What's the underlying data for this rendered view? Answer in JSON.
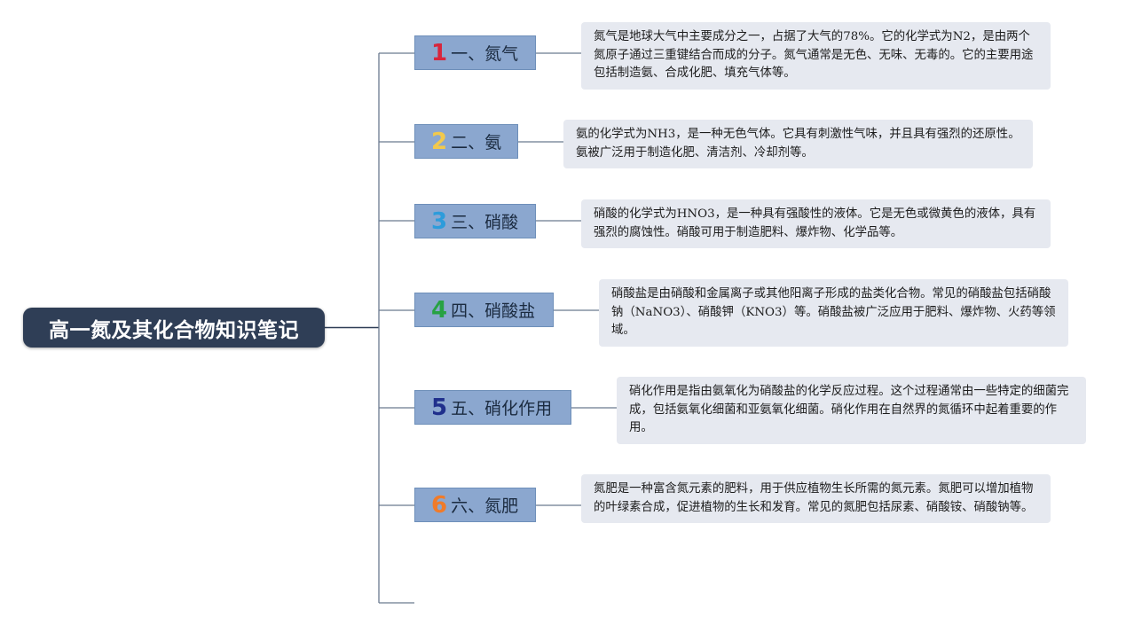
{
  "root": {
    "title": "高一氮及其化合物知识笔记"
  },
  "branches": [
    {
      "number": "1",
      "number_color": "#d7263d",
      "label": "一、氮气",
      "description": "氮气是地球大气中主要成分之一，占据了大气的78%。它的化学式为N2，是由两个氮原子通过三重键结合而成的分子。氮气通常是无色、无味、无毒的。它的主要用途包括制造氨、合成化肥、填充气体等。"
    },
    {
      "number": "2",
      "number_color": "#f2c94c",
      "label": "二、氨",
      "description": "氨的化学式为NH3，是一种无色气体。它具有刺激性气味，并且具有强烈的还原性。氨被广泛用于制造化肥、清洁剂、冷却剂等。"
    },
    {
      "number": "3",
      "number_color": "#2d9cdb",
      "label": "三、硝酸",
      "description": "硝酸的化学式为HNO3，是一种具有强酸性的液体。它是无色或微黄色的液体，具有强烈的腐蚀性。硝酸可用于制造肥料、爆炸物、化学品等。"
    },
    {
      "number": "4",
      "number_color": "#27a243",
      "label": "四、硝酸盐",
      "description": "硝酸盐是由硝酸和金属离子或其他阳离子形成的盐类化合物。常见的硝酸盐包括硝酸钠（NaNO3）、硝酸钾（KNO3）等。硝酸盐被广泛应用于肥料、爆炸物、火药等领域。"
    },
    {
      "number": "5",
      "number_color": "#1f2f8c",
      "label": "五、硝化作用",
      "description": "硝化作用是指由氨氧化为硝酸盐的化学反应过程。这个过程通常由一些特定的细菌完成，包括氨氧化细菌和亚氨氧化细菌。硝化作用在自然界的氮循环中起着重要的作用。"
    },
    {
      "number": "6",
      "number_color": "#f07b2a",
      "label": "六、氮肥",
      "description": "氮肥是一种富含氮元素的肥料，用于供应植物生长所需的氮元素。氮肥可以增加植物的叶绿素合成，促进植物的生长和发育。常见的氮肥包括尿素、硝酸铵、硝酸钠等。"
    }
  ]
}
